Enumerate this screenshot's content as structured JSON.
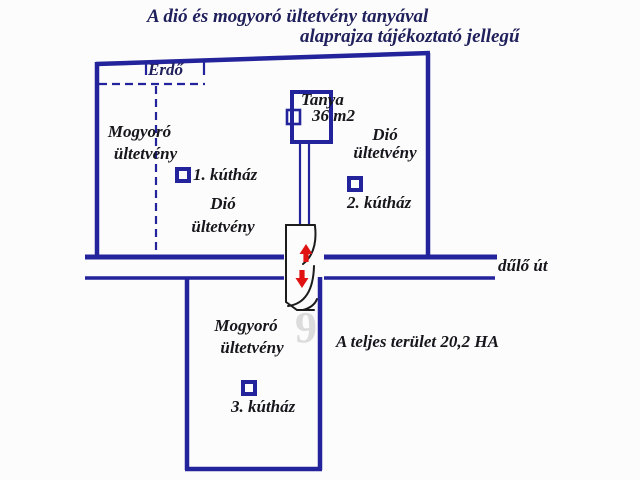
{
  "title": {
    "line1": "A dió és mogyoró ültetvény tanyával",
    "line2": "alaprajza tájékoztató jellegű"
  },
  "plan": {
    "forest_label": "Erdő",
    "upper_left_plot": {
      "line1": "Mogyoró",
      "line2": "ültetvény"
    },
    "upper_center_plot": {
      "line1": "Dió",
      "line2": "ültetvény"
    },
    "upper_right_plot": {
      "line1": "Dió",
      "line2": "ültetvény"
    },
    "farm_building": {
      "name": "Tanya",
      "area": "36 m2"
    },
    "well_houses": [
      {
        "label": "1. kútház"
      },
      {
        "label": "2. kútház"
      },
      {
        "label": "3. kútház"
      }
    ],
    "road_label": "dűlő út",
    "lower_plot": {
      "line1": "Mogyoró",
      "line2": "ültetvény"
    },
    "total_area_note": "A teljes terület 20,2 HA"
  },
  "watermark_glyph": "9",
  "colors": {
    "line_navy": "#23239b",
    "title_ink": "#20205c",
    "label_ink": "#16161c",
    "arrow_red": "#e01212",
    "gate_outline": "#1c1c1c"
  }
}
